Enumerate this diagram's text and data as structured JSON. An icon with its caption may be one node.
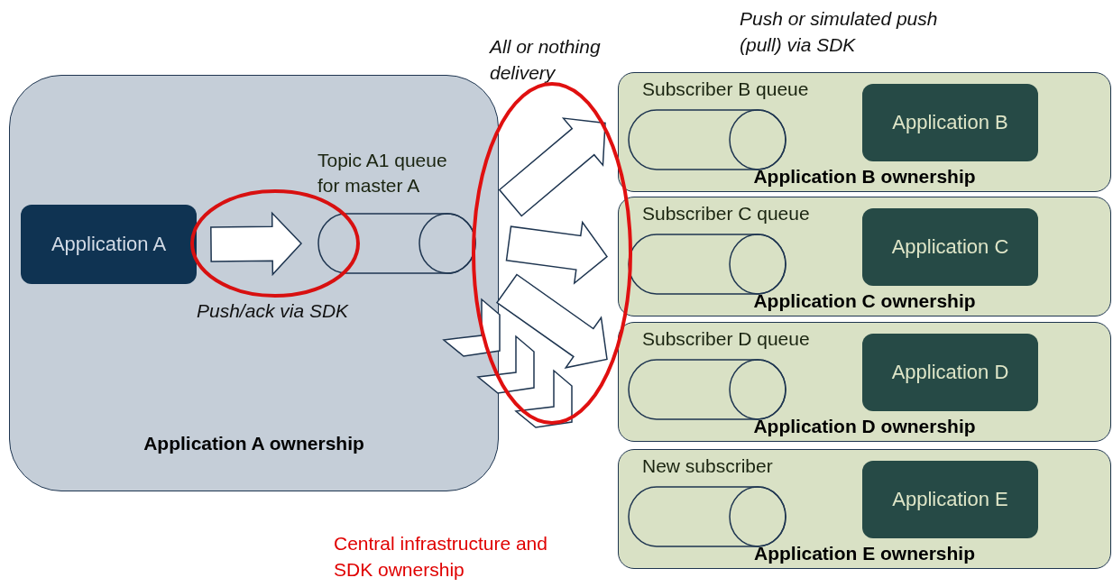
{
  "diagram": {
    "nodes": [
      {
        "text": [
          "Application A ownership"
        ]
      },
      {
        "text": [
          "Application A"
        ],
        "in": 0
      },
      {
        "text": [
          "Topic A1 queue for master A"
        ],
        "in": 0
      },
      {
        "text": [
          "Application B ownership"
        ]
      },
      {
        "text": [
          "Subscriber B queue"
        ],
        "in": 3
      },
      {
        "text": [
          "Application B"
        ],
        "in": 3
      },
      {
        "text": [
          "Application C ownership"
        ]
      },
      {
        "text": [
          "Subscriber C queue"
        ],
        "in": 6
      },
      {
        "text": [
          "Application C"
        ],
        "in": 6
      },
      {
        "text": [
          "Application D ownership"
        ]
      },
      {
        "text": [
          "Subscriber D queue"
        ],
        "in": 9
      },
      {
        "text": [
          "Application D"
        ],
        "in": 9
      },
      {
        "text": [
          "Application E ownership"
        ]
      },
      {
        "text": [
          "New subscriber"
        ],
        "in": 12
      },
      {
        "text": [
          "Application E"
        ],
        "in": 12
      }
    ],
    "edges": [
      {
        "from": 1,
        "to": 2,
        "arrow": "to"
      },
      {
        "from": 2,
        "to": 3,
        "arrow": "to"
      },
      {
        "from": 2,
        "to": 6,
        "arrow": "to"
      },
      {
        "from": 2,
        "to": 9,
        "arrow": "to"
      }
    ],
    "labels": [
      "Push or simulated push (pull) via SDK",
      "All or nothing delivery",
      "Push/ack via SDK",
      "Central infrastructure and SDK ownership"
    ]
  }
}
